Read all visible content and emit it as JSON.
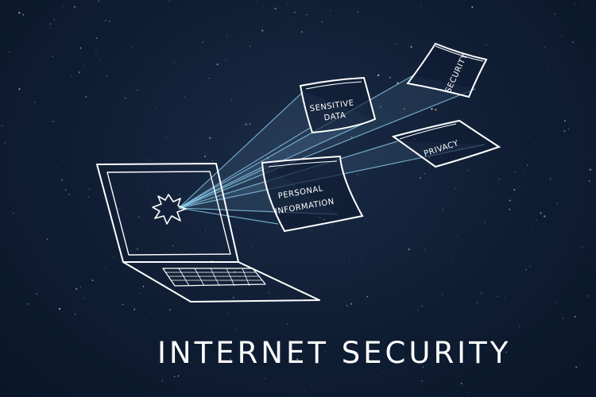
{
  "headline": "INTERNET SECURITY",
  "labels": {
    "sensitive_line1": "SENSITIVE",
    "sensitive_line2": "DATA",
    "security": "SECURITY",
    "privacy": "PRIVACY",
    "personal_line1": "PERSONAL",
    "personal_line2": "INFORMATION"
  },
  "icons": {
    "laptop": "laptop-icon",
    "burst": "screen-burst-icon",
    "document": "document-icon"
  },
  "colors": {
    "background": "#0f1d33",
    "chalk": "#ffffff",
    "beam": "#8fd0f2",
    "speck": "#d8c98a"
  }
}
